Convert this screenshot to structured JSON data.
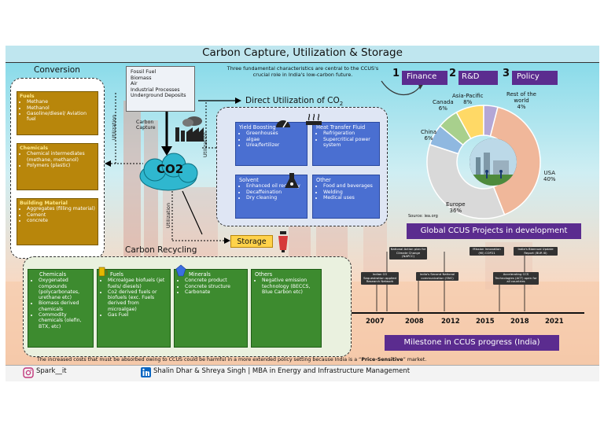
{
  "title": "Carbon Capture, Utilization & Storage",
  "intro": "Three fundamental characteristics are central to the CCUS's crucial role in India's low-carbon future.",
  "sources": [
    "Fossil Fuel",
    "Biomass",
    "Air",
    "Industrial Processes",
    "Underground Deposits"
  ],
  "co2_label": "CO2",
  "labels": {
    "conversion": "Conversion",
    "utilization": "Utilization",
    "carbon_capture": "Carbon Capture",
    "direct_utilization": "Direct Utilization of CO",
    "direct_utilization_sub": "2",
    "carbon_recycling": "Carbon Recycling",
    "storage": "Storage"
  },
  "characteristics": [
    {
      "num": "1",
      "label": "Finance"
    },
    {
      "num": "2",
      "label": "R&D"
    },
    {
      "num": "3",
      "label": "Policy"
    }
  ],
  "conversion_boxes": [
    {
      "title": "Fuels",
      "items": [
        "Methane",
        "Methanol",
        "Gasoline/diesel/ Aviation fuel"
      ]
    },
    {
      "title": "Chemicals",
      "items": [
        "Chemical intermediates (methane, methanol)",
        "Polymers (plastic)"
      ]
    },
    {
      "title": "Building Material",
      "items": [
        "Aggregates (filling material)",
        "Cement",
        "concrete"
      ]
    }
  ],
  "direct_boxes": [
    {
      "title": "Yield Boosting",
      "items": [
        "Greenhouses",
        "algae",
        "Urea/fertilizer"
      ]
    },
    {
      "title": "Heat Transfer Fluid",
      "items": [
        "Refrigeration",
        "Supercritical power system"
      ]
    },
    {
      "title": "Solvent",
      "items": [
        "Enhanced oil recovery",
        "Decaffeination",
        "Dry cleaning"
      ]
    },
    {
      "title": "Other",
      "items": [
        "Food and beverages",
        "Welding",
        "Medical uses"
      ]
    }
  ],
  "recycling_boxes": [
    {
      "title": "Chemicals",
      "items": [
        "Oxygenated compounds (polycarbonates, urethane etc)",
        "Biomass derived chemicals",
        "Commodity chemicals (olefin, BTX, etc)"
      ]
    },
    {
      "title": "Fuels",
      "items": [
        "Microalgae biofuels (jet fuels/ diesels)",
        "Co2 derived fuels or biofuels (exc. Fuels derived from microalgae)",
        "Gas Fuel"
      ]
    },
    {
      "title": "Minerals",
      "items": [
        "Concrete product",
        "Concrete structure",
        "Carbonate"
      ]
    },
    {
      "title": "Others",
      "items": [
        "Negative emission technology (BECCS, Blue Carbon etc)"
      ]
    }
  ],
  "chart_data": {
    "type": "pie",
    "title": "Global CCUS Projects in development",
    "source": "Source: iea.org",
    "slices": [
      {
        "name": "USA",
        "value": 40,
        "label": "40%"
      },
      {
        "name": "Europe",
        "value": 36,
        "label": "36%"
      },
      {
        "name": "China",
        "value": 6,
        "label": "6%"
      },
      {
        "name": "Canada",
        "value": 6,
        "label": "6%"
      },
      {
        "name": "Asia-Pacific",
        "value": 8,
        "label": "8%"
      },
      {
        "name": "Rest of the world",
        "value": 4,
        "label": "4%"
      }
    ],
    "colors": [
      "#f0b79a",
      "#d9d9d9",
      "#8fb8e0",
      "#a8d08d",
      "#ffd966",
      "#b4a7d6"
    ]
  },
  "milestones": {
    "title": "Milestone in CCUS progress (India)",
    "years": [
      "2007",
      "2008",
      "2012",
      "2015",
      "2018",
      "2021"
    ],
    "top_events": [
      "National Action plan for Climate Change (NAPCC)",
      "Mission Innovation (MI) COP21",
      "India's Biannual Update Report (BUR III)"
    ],
    "bottom_events": [
      "Indian CO Sequestration applied Research Network",
      "India's Second National communication (SNC)",
      "Accelerating CCS Technologies (ACT) open for all countries"
    ]
  },
  "footer": {
    "note_before": "The increased costs that must be absorbed owing to CCUS could be harmful in a more extended policy setting because India is a “",
    "note_bold": "Price-Sensitive",
    "note_after": "” market.",
    "handle": "Spark__it",
    "authors": "Shalin Dhar & Shreya Singh | MBA in Energy and Infrastructure Management"
  },
  "colors": {
    "gold": "#b8860b",
    "blue": "#4a6fd1",
    "green": "#3d8b2f",
    "purple": "#5b2c8f",
    "storage": "#ffd24a"
  }
}
